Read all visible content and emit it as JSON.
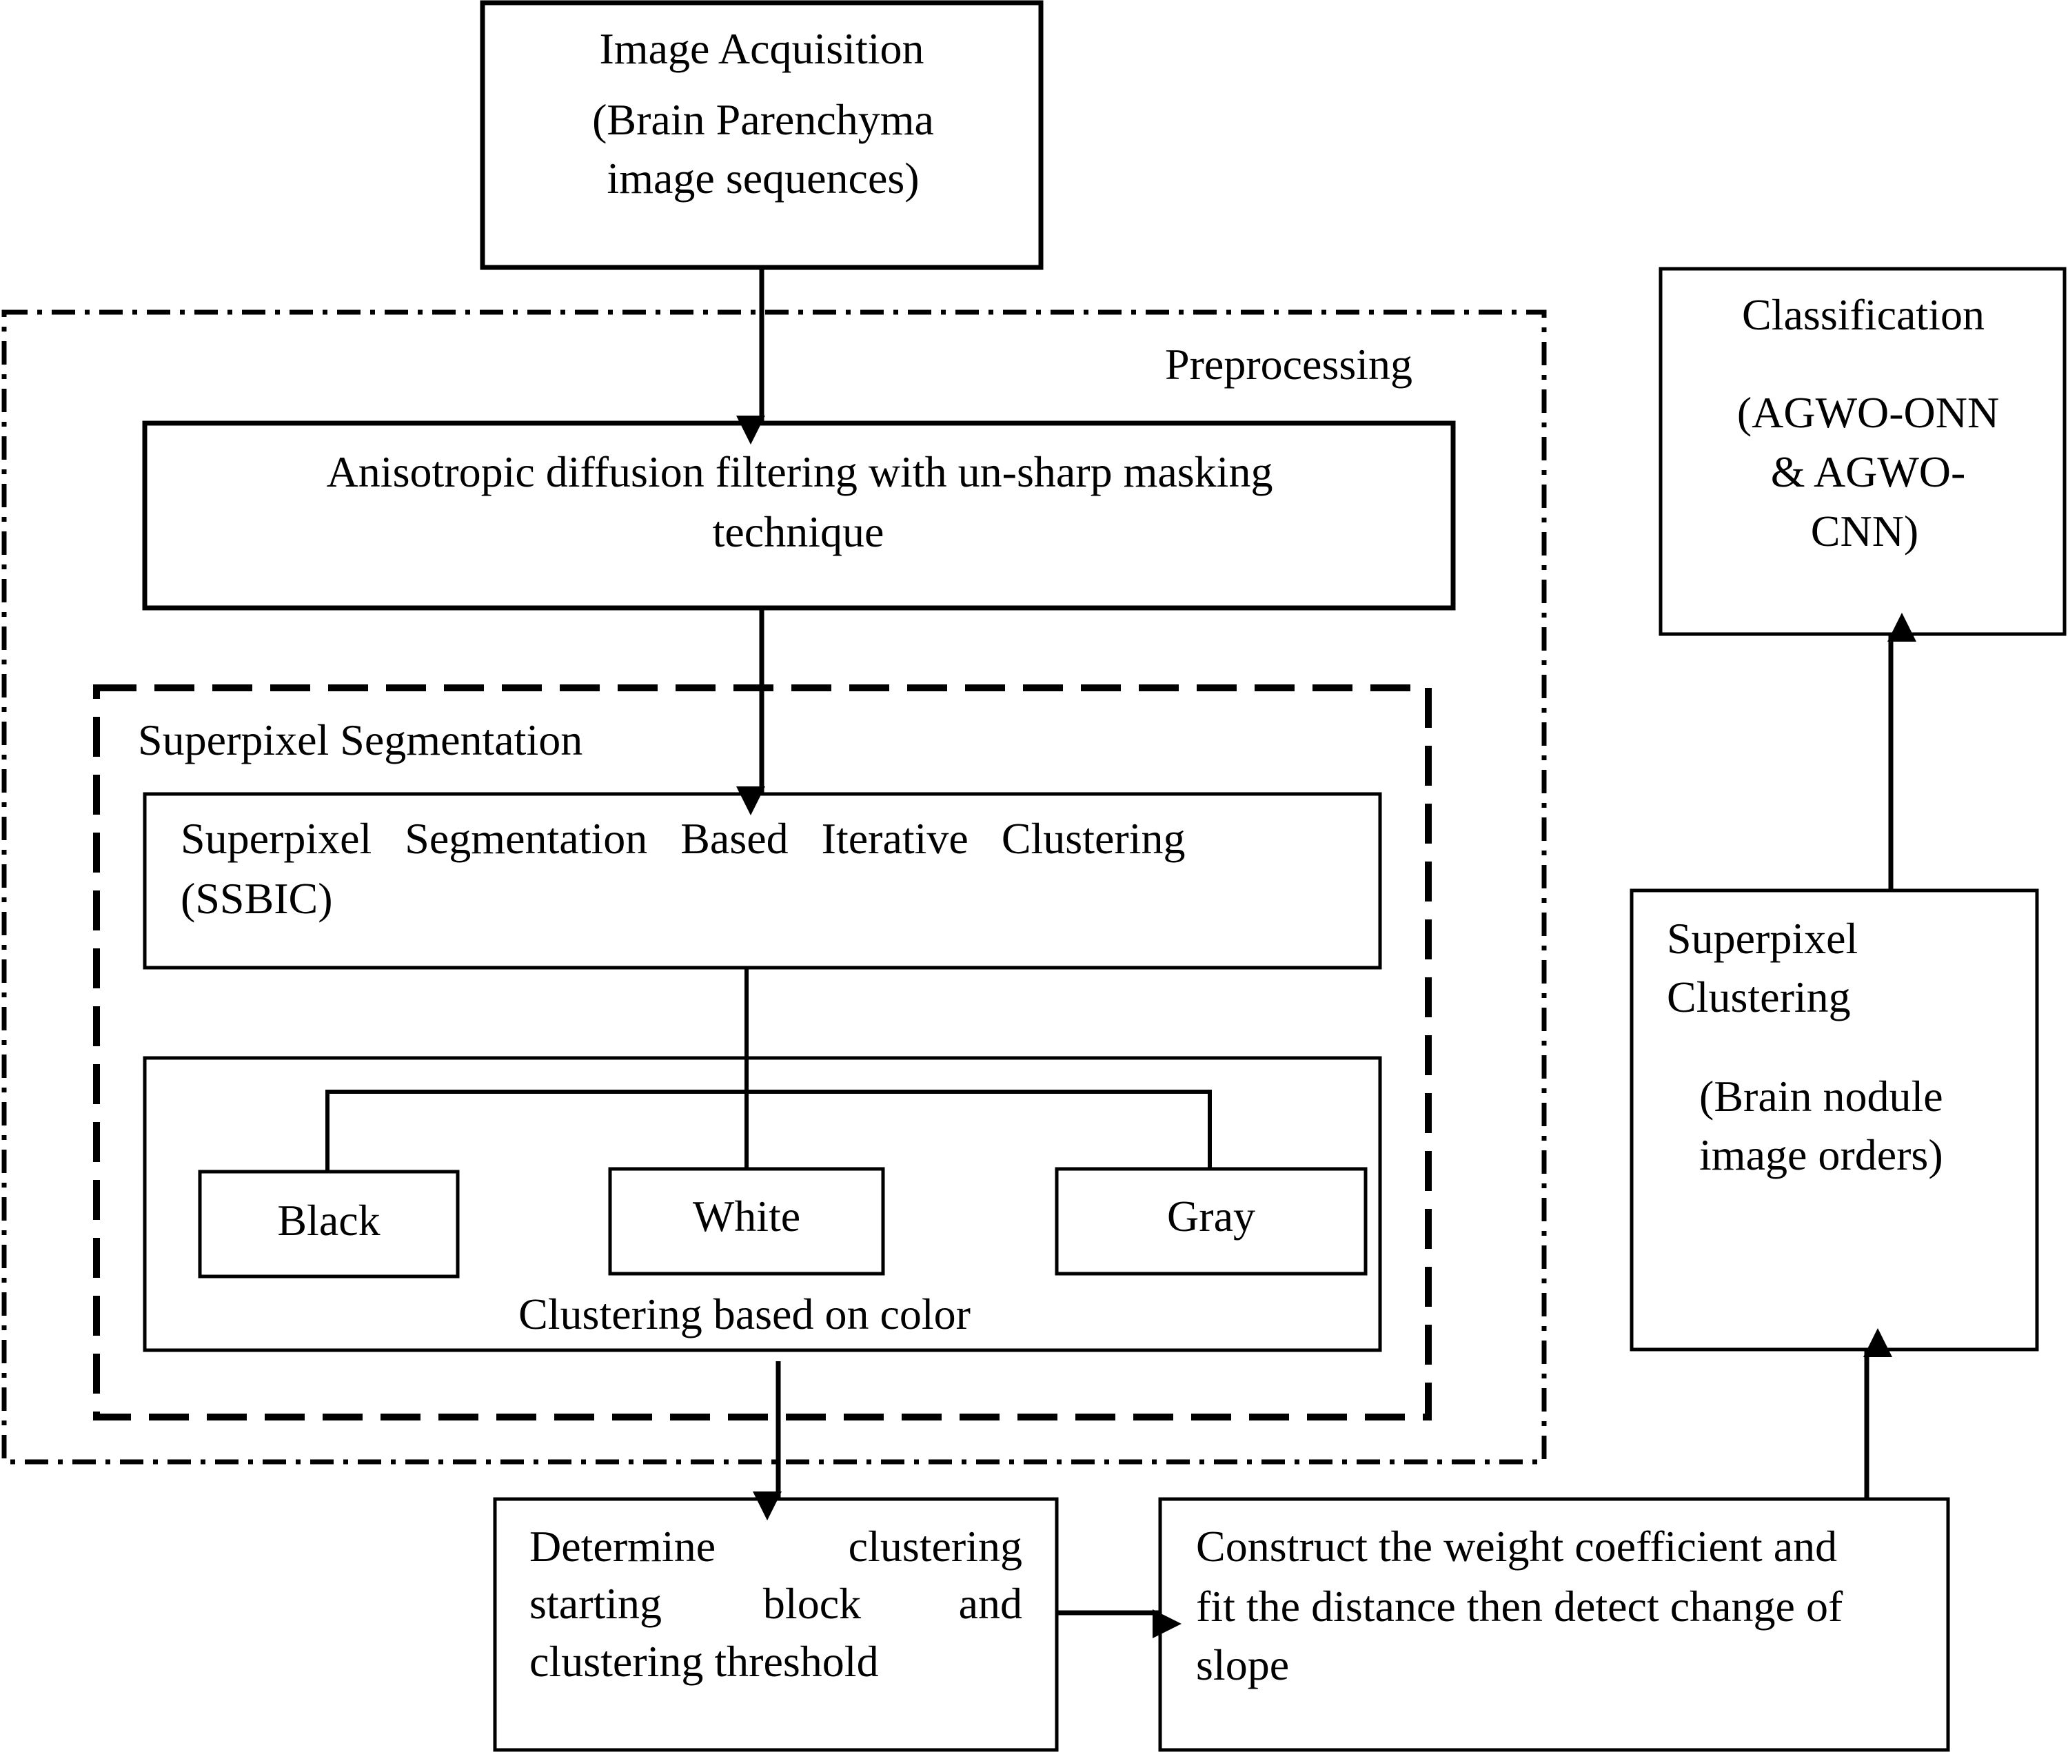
{
  "image_acquisition": {
    "line1": "Image Acquisition",
    "line2": "(Brain Parenchyma",
    "line3": "image sequences)"
  },
  "preprocessing": {
    "label": "Preprocessing"
  },
  "anisotropic": {
    "line1": "Anisotropic diffusion filtering with un-sharp masking",
    "line2": "technique"
  },
  "superpixel_segmentation": {
    "label": "Superpixel Segmentation"
  },
  "ssbic": {
    "line1": "Superpixel   Segmentation   Based   Iterative   Clustering",
    "line2": "(SSBIC)"
  },
  "clusters": {
    "black": "Black",
    "white": "White",
    "gray": "Gray",
    "caption": "Clustering based on color"
  },
  "determine": {
    "line1_left": "Determine",
    "line1_right": "clustering",
    "line2_left": "starting",
    "line2_mid": "block",
    "line2_right": "and",
    "line3": "clustering threshold"
  },
  "construct": {
    "line1": "Construct the weight coefficient and",
    "line2": "fit the distance then detect change of",
    "line3": "slope"
  },
  "superpixel_clustering": {
    "line1": "Superpixel",
    "line2": "Clustering",
    "line3": "(Brain nodule",
    "line4": "image orders)"
  },
  "classification": {
    "line1": "Classification",
    "line2": "(AGWO-ONN",
    "line3": "& AGWO-",
    "line4": "CNN)"
  }
}
